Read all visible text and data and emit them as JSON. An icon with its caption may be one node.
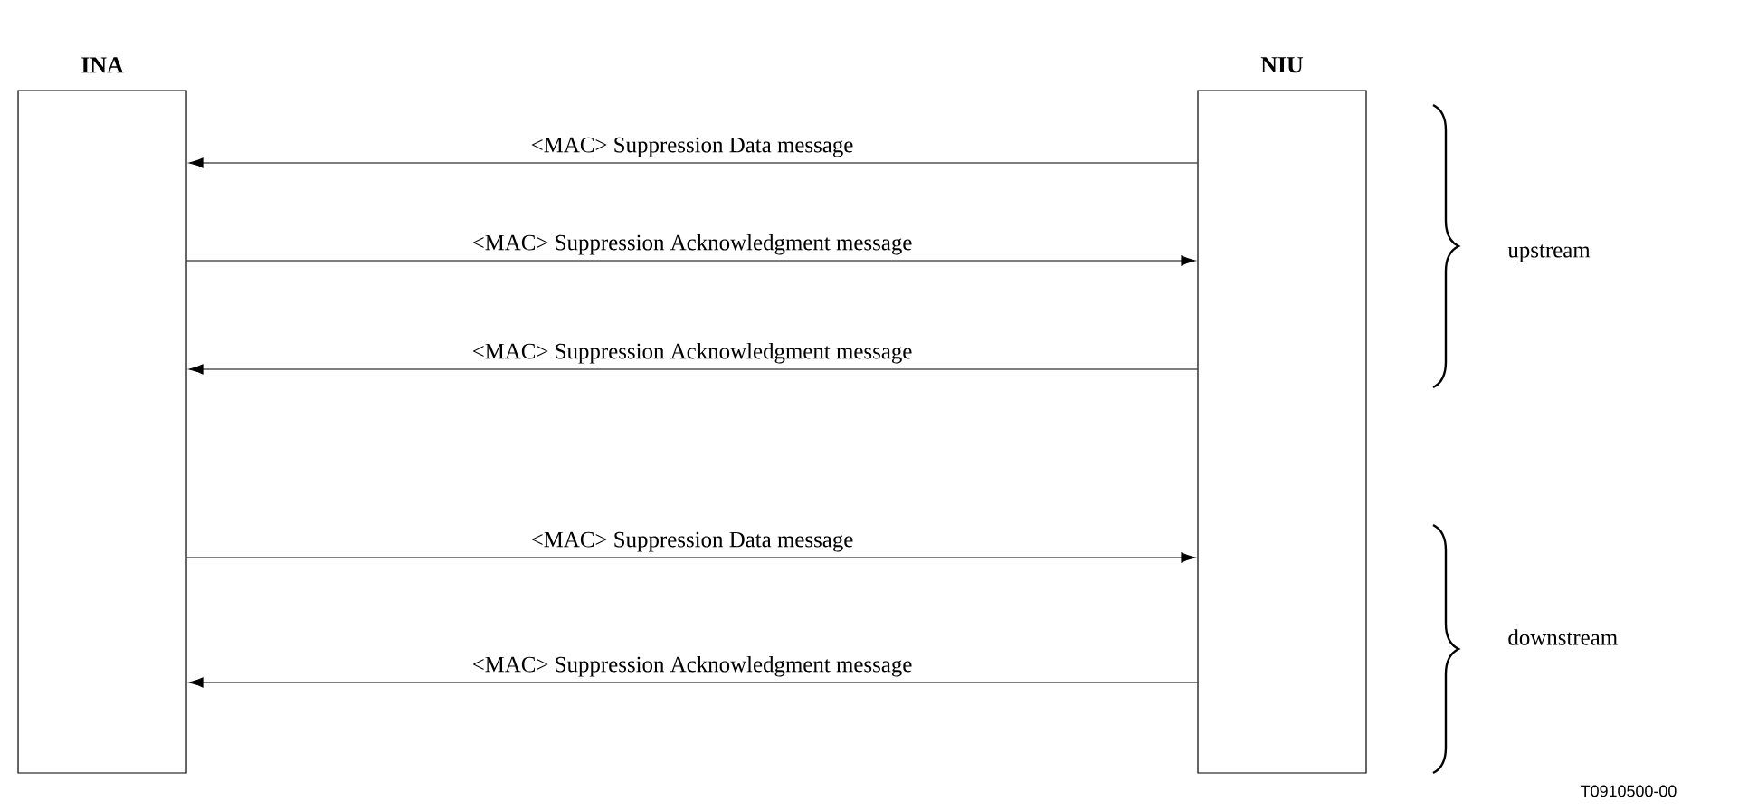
{
  "diagram": {
    "nodes": [
      {
        "text": [
          "INA"
        ]
      },
      {
        "text": [
          "NIU"
        ]
      }
    ],
    "edges": [
      {
        "from": 1,
        "to": 0,
        "arrow": "to",
        "label": "<MAC> Suppression Data message"
      },
      {
        "from": 0,
        "to": 1,
        "arrow": "to",
        "label": "<MAC> Suppression Acknowledgment message"
      },
      {
        "from": 1,
        "to": 0,
        "arrow": "to",
        "label": "<MAC> Suppression Acknowledgment message"
      },
      {
        "from": 0,
        "to": 1,
        "arrow": "to",
        "label": "<MAC> Suppression Data message"
      },
      {
        "from": 1,
        "to": 0,
        "arrow": "to",
        "label": "<MAC> Suppression Acknowledgment message"
      }
    ],
    "labels": [
      "upstream",
      "downstream",
      "T0910500-00"
    ]
  }
}
